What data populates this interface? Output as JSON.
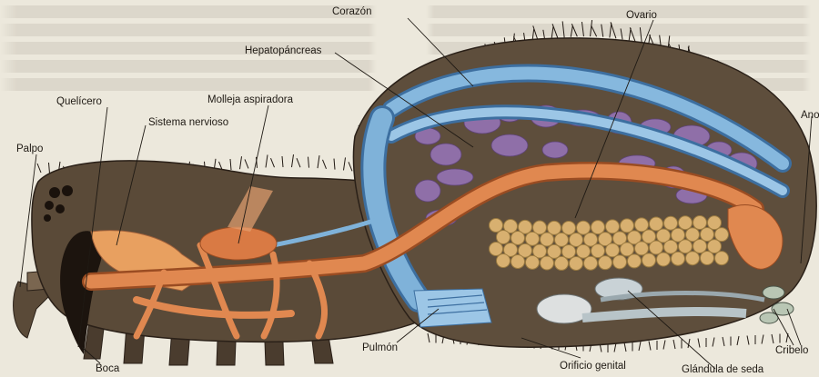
{
  "colors": {
    "background": "#ece8dc",
    "body": "#5a4a38",
    "body_dark": "#3c3024",
    "blue": "#7fb2d9",
    "orange": "#e08850",
    "purple": "#8f6fa8",
    "egg": "#d8b070",
    "hair": "#201812"
  },
  "labels": {
    "corazon": "Corazón",
    "ovario": "Ovario",
    "hepatopancreas": "Hepatopáncreas",
    "queliceros": "Quelícero",
    "molleja": "Molleja aspiradora",
    "sistema_nervioso": "Sistema nervioso",
    "palpo": "Palpo",
    "ano": "Ano",
    "pulmon": "Pulmón",
    "boca": "Boca",
    "orificio": "Orificio genital",
    "glandula": "Glándula de seda",
    "cribelo": "Cribelo"
  }
}
